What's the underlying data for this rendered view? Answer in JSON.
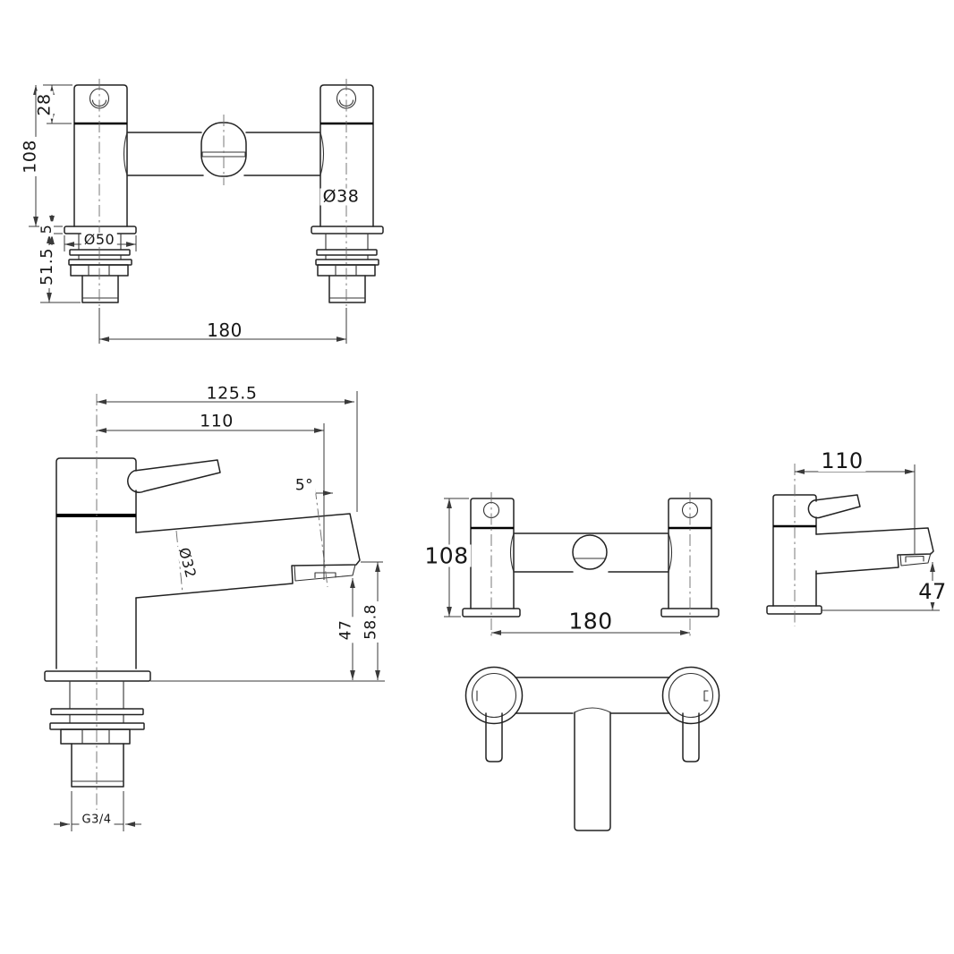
{
  "document": {
    "type": "dimensioned technical drawing",
    "product": "deck mounted bath filler tap",
    "background_color": "#ffffff",
    "line_color": "#222222"
  },
  "views": {
    "front_main": {
      "name": "front elevation (large)",
      "dims": {
        "handle_section_height": "28",
        "overall_body_height": "108",
        "deck_plate_thickness": "5",
        "tail_length": "51.5",
        "deck_plate_diameter": "Ø50",
        "pillar_diameter": "Ø38",
        "tap_centres": "180"
      }
    },
    "side_main": {
      "name": "side elevation (large)",
      "dims": {
        "overall_projection": "125.5",
        "spout_projection": "110",
        "spout_angle": "5°",
        "spout_diameter": "Ø32",
        "outlet_height": "47",
        "spout_underside_height": "58.8",
        "inlet_thread": "G3/4"
      }
    },
    "front_small": {
      "name": "front elevation (small)",
      "dims": {
        "body_height": "108",
        "tap_centres": "180"
      }
    },
    "side_small": {
      "name": "side elevation (small)",
      "dims": {
        "spout_projection": "110",
        "outlet_height": "47"
      }
    },
    "plan": {
      "name": "plan view"
    }
  }
}
